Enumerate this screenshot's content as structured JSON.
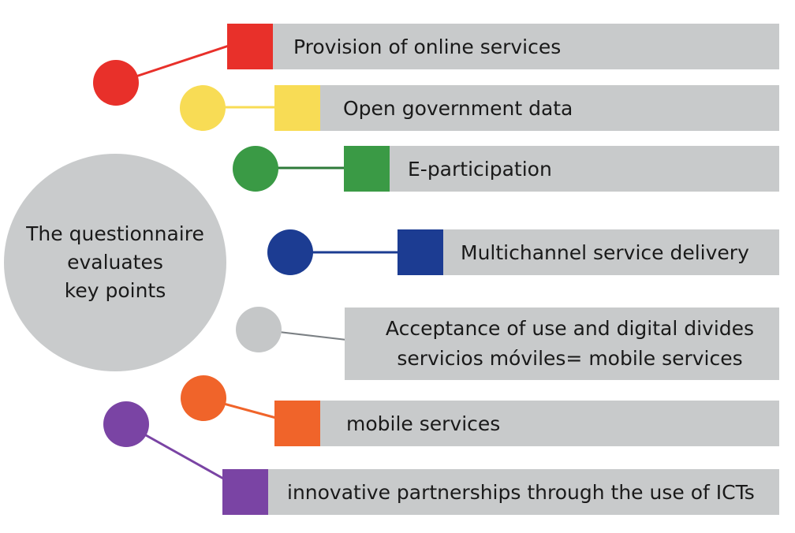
{
  "hub": {
    "text": "The questionnaire\nevaluates\nkey points",
    "color": "#c9cbcc"
  },
  "key_points": [
    {
      "label": "Provision of online services",
      "color": "#e8302a"
    },
    {
      "label": "Open government data",
      "color": "#f8dc55"
    },
    {
      "label": "E-participation",
      "color": "#3a9a45"
    },
    {
      "label": "Multichannel service delivery",
      "color": "#1c3c92"
    },
    {
      "label_lines": [
        "Acceptance of use and digital divides",
        "servicios móviles= mobile services"
      ],
      "color": "#c5c7c8"
    },
    {
      "label": "mobile services",
      "color": "#f0642a"
    },
    {
      "label": "innovative partnerships through the use of ICTs",
      "color": "#7a44a4"
    }
  ]
}
